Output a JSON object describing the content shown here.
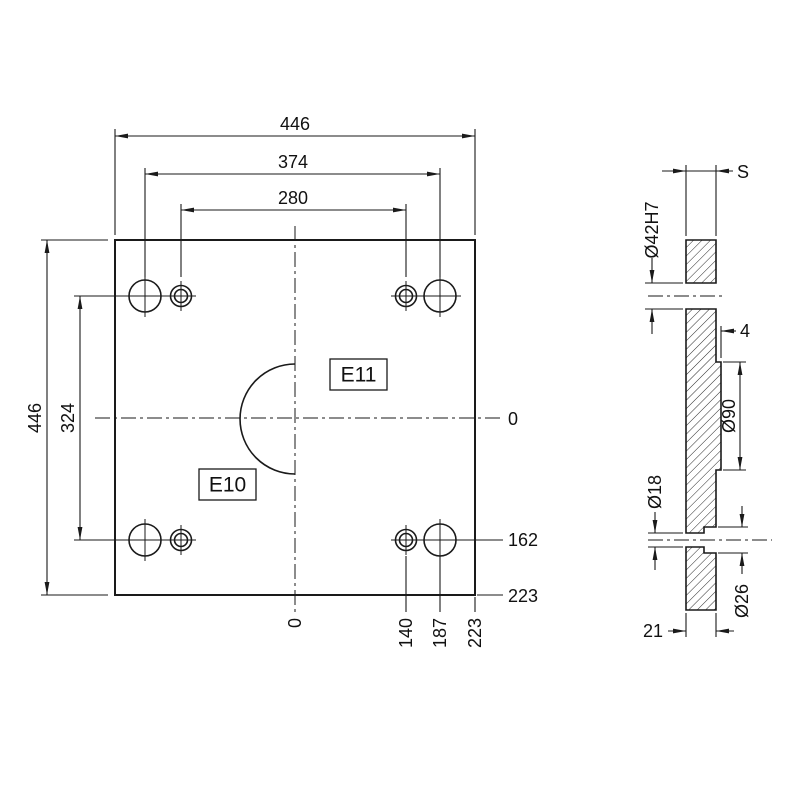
{
  "meta": {
    "background": "#ffffff",
    "ink": "#1a1a1a"
  },
  "front_view": {
    "dim_top_outer": "446",
    "dim_top_mid": "374",
    "dim_top_inner": "280",
    "dim_left_outer": "446",
    "dim_left_inner": "324",
    "zone_upper": "E11",
    "zone_lower": "E10",
    "coord_right_zero": "0",
    "coord_right_holes": "162",
    "coord_right_edge": "223",
    "coord_bottom_zero": "0",
    "coord_bottom_small_hole": "140",
    "coord_bottom_large_hole": "187",
    "coord_bottom_edge": "223"
  },
  "section_view": {
    "thickness_label": "S",
    "bore_top": "Ø42H7",
    "step_depth": "4",
    "boss_diameter": "Ø90",
    "hole_diameter": "Ø18",
    "counterbore_diameter": "Ø26",
    "base_thickness": "21"
  }
}
